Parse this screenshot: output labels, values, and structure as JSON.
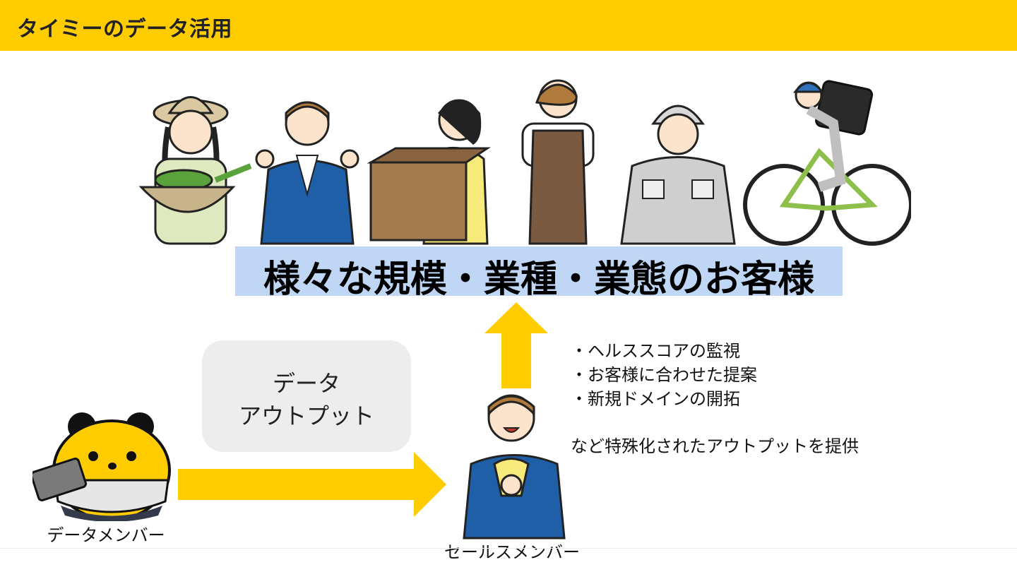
{
  "header": {
    "title": "タイミーのデータ活用"
  },
  "customers": {
    "banner": "様々な規模・業種・業態のお客様",
    "illustrations": [
      "farmer-icon",
      "businessman-icon",
      "delivery-worker-icon",
      "shop-staff-icon",
      "factory-worker-icon",
      "cyclist-courier-icon"
    ]
  },
  "output_box": {
    "line1": "データ",
    "line2": "アウトプット"
  },
  "sales_actions": {
    "bullets": [
      "・ヘルススコアの監視",
      "・お客様に合わせた提案",
      "・新規ドメインの開拓"
    ],
    "summary": "など特殊化されたアウトプットを提供"
  },
  "data_member": {
    "label": "データメンバー",
    "icon": "data-member-mascot-icon"
  },
  "sales_member": {
    "label": "セールスメンバー",
    "icon": "sales-member-icon"
  },
  "colors": {
    "accent": "#FFCC00",
    "banner_bg": "#BFD7F5",
    "box_bg": "#EDEDED"
  }
}
